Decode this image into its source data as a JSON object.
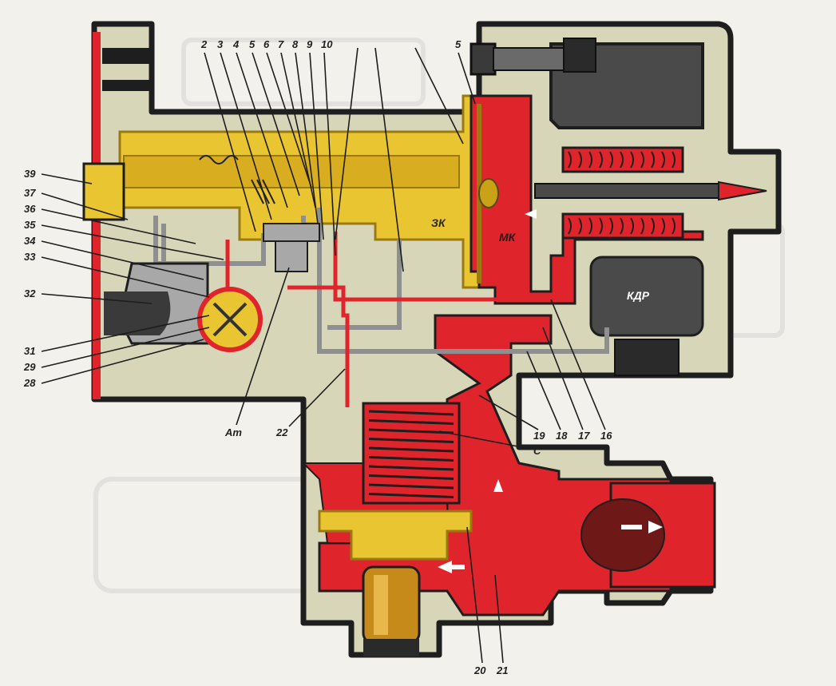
{
  "colors": {
    "body": "#d8d6b9",
    "outline": "#1e1e1e",
    "red": "#e0242c",
    "yellow": "#e9c531",
    "yellow_dark": "#c9a216",
    "grey": "#a8a8a8",
    "dark": "#4a4a4a",
    "white_arrow": "#ffffff"
  },
  "zones": {
    "mk": "МК",
    "zk": "ЗК",
    "kdr": "КДР",
    "at": "Ат",
    "c": "С"
  },
  "labels": {
    "top": [
      "2",
      "3",
      "4",
      "5",
      "6",
      "7",
      "8",
      "9",
      "10",
      "5"
    ],
    "left": [
      "39",
      "37",
      "36",
      "35",
      "34",
      "33",
      "32",
      "31",
      "29",
      "28"
    ],
    "bottom_mid": [
      "22"
    ],
    "bottom_right": [
      "19",
      "18",
      "17",
      "16"
    ],
    "bottom": [
      "20",
      "21"
    ]
  }
}
